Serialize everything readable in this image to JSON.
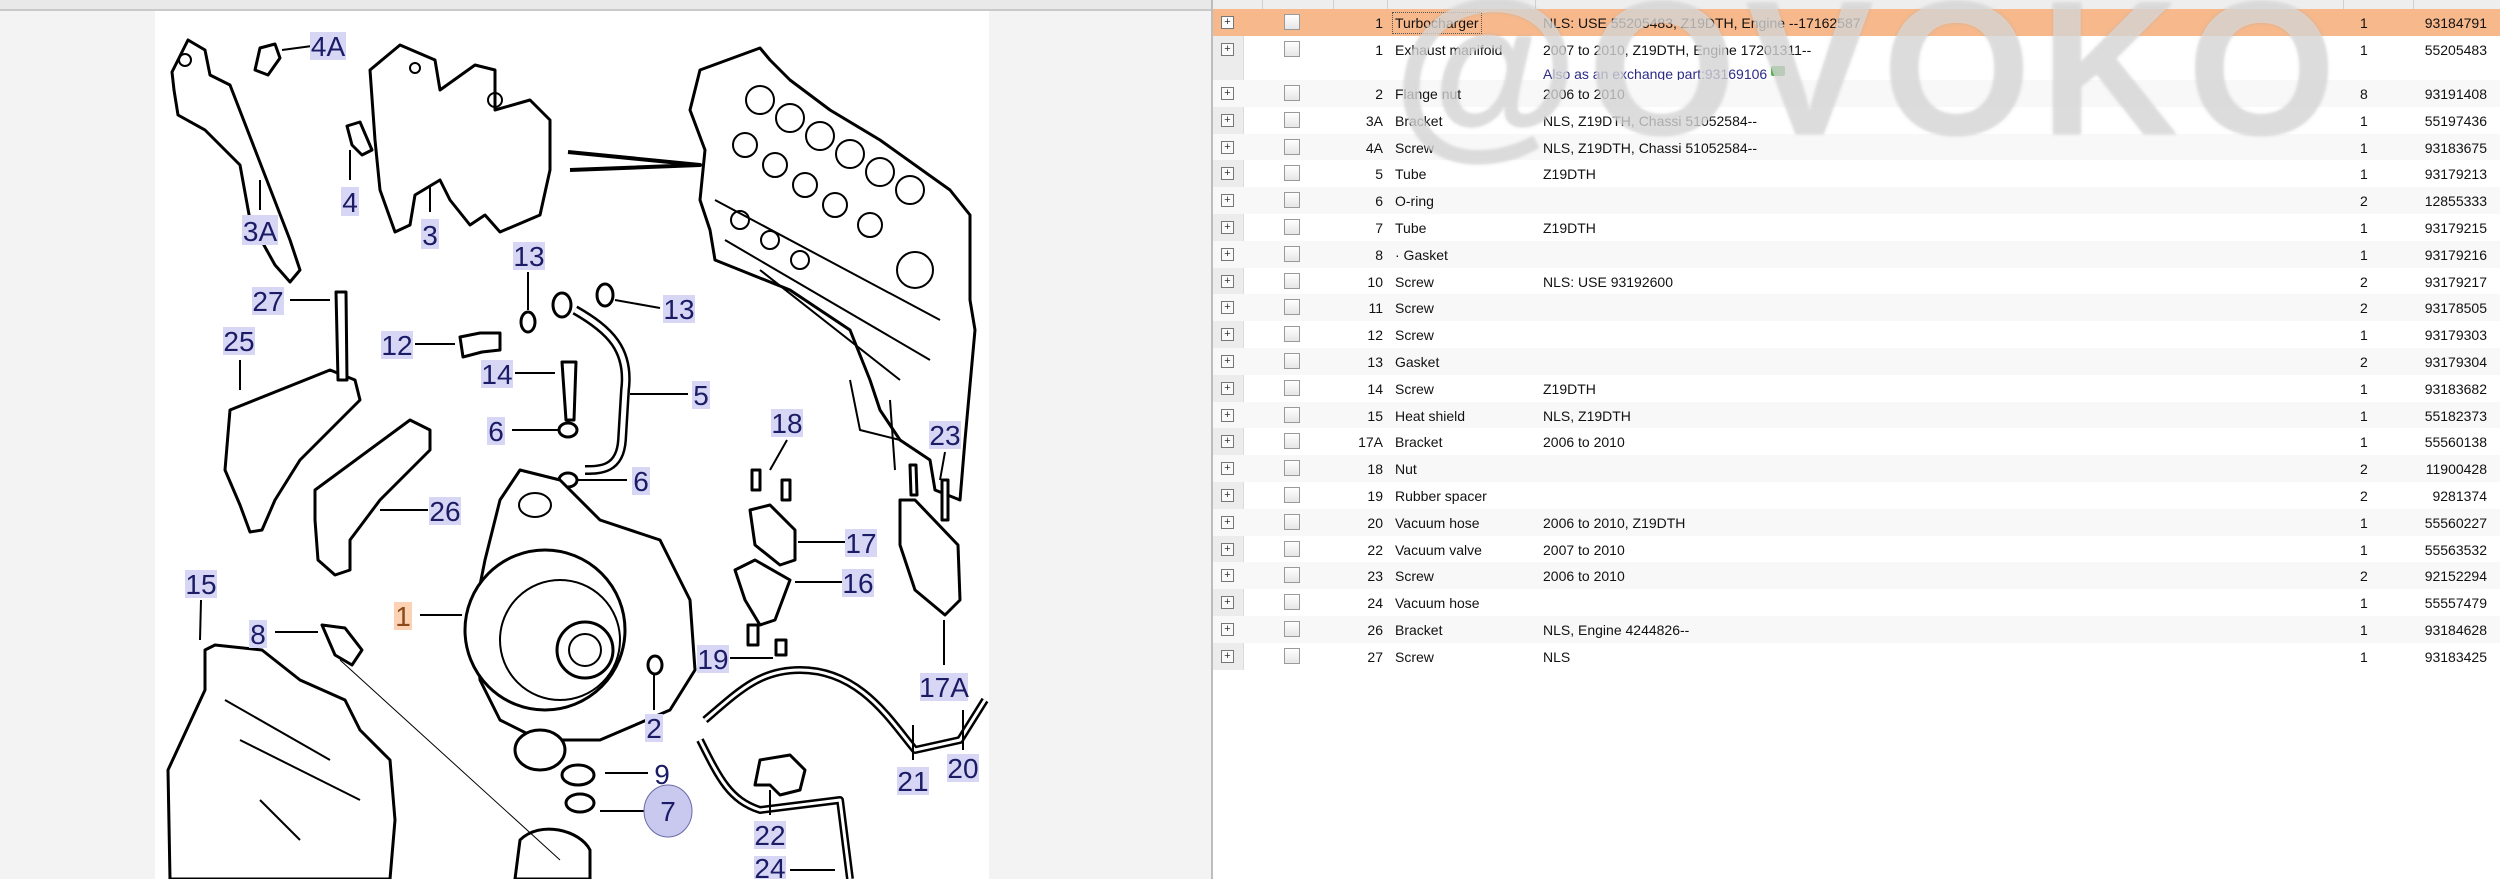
{
  "diagram": {
    "callouts": [
      "4A",
      "3A",
      "4",
      "3",
      "13",
      "13",
      "27",
      "25",
      "12",
      "14",
      "5",
      "6",
      "6",
      "18",
      "23",
      "26",
      "17",
      "16",
      "15",
      "1",
      "8",
      "19",
      "17A",
      "2",
      "9",
      "7",
      "21",
      "20",
      "22",
      "24"
    ],
    "colors": {
      "label_bg": "#d7d7f5",
      "label_text": "#1c1c66",
      "selected_bg": "#fbd2b3",
      "selected_text": "#8a4a1a"
    }
  },
  "parts": {
    "selected_color": "#f7b98c",
    "rows": [
      {
        "num": "1",
        "name": "Turbocharger",
        "notes": "NLS: USE 55205483, Z19DTH, Engine --17162587",
        "qty": "1",
        "part": "93184791"
      },
      {
        "num": "1",
        "name": "Exhaust manifold",
        "notes": "2007 to 2010, Z19DTH, Engine 17201311--",
        "qty": "1",
        "part": "55205483",
        "extra": "Also as an exchange part:93169106"
      },
      {
        "num": "2",
        "name": "Flange nut",
        "notes": "2006 to 2010",
        "qty": "8",
        "part": "93191408"
      },
      {
        "num": "3A",
        "name": "Bracket",
        "notes": "NLS, Z19DTH, Chassi 51052584--",
        "qty": "1",
        "part": "55197436"
      },
      {
        "num": "4A",
        "name": "Screw",
        "notes": "NLS, Z19DTH, Chassi 51052584--",
        "qty": "1",
        "part": "93183675"
      },
      {
        "num": "5",
        "name": "Tube",
        "notes": "Z19DTH",
        "qty": "1",
        "part": "93179213"
      },
      {
        "num": "6",
        "name": "O-ring",
        "notes": "",
        "qty": "2",
        "part": "12855333"
      },
      {
        "num": "7",
        "name": "Tube",
        "notes": "Z19DTH",
        "qty": "1",
        "part": "93179215"
      },
      {
        "num": "8",
        "name": "· Gasket",
        "notes": "",
        "qty": "1",
        "part": "93179216"
      },
      {
        "num": "10",
        "name": "Screw",
        "notes": "NLS: USE 93192600",
        "qty": "2",
        "part": "93179217"
      },
      {
        "num": "11",
        "name": "Screw",
        "notes": "",
        "qty": "2",
        "part": "93178505"
      },
      {
        "num": "12",
        "name": "Screw",
        "notes": "",
        "qty": "1",
        "part": "93179303"
      },
      {
        "num": "13",
        "name": "Gasket",
        "notes": "",
        "qty": "2",
        "part": "93179304"
      },
      {
        "num": "14",
        "name": "Screw",
        "notes": "Z19DTH",
        "qty": "1",
        "part": "93183682"
      },
      {
        "num": "15",
        "name": "Heat shield",
        "notes": "NLS, Z19DTH",
        "qty": "1",
        "part": "55182373"
      },
      {
        "num": "17A",
        "name": "Bracket",
        "notes": "2006 to 2010",
        "qty": "1",
        "part": "55560138"
      },
      {
        "num": "18",
        "name": "Nut",
        "notes": "",
        "qty": "2",
        "part": "11900428"
      },
      {
        "num": "19",
        "name": "Rubber spacer",
        "notes": "",
        "qty": "2",
        "part": "9281374"
      },
      {
        "num": "20",
        "name": "Vacuum hose",
        "notes": "2006 to 2010, Z19DTH",
        "qty": "1",
        "part": "55560227"
      },
      {
        "num": "22",
        "name": "Vacuum valve",
        "notes": "2007 to 2010",
        "qty": "1",
        "part": "55563532"
      },
      {
        "num": "23",
        "name": "Screw",
        "notes": "2006 to 2010",
        "qty": "2",
        "part": "92152294"
      },
      {
        "num": "24",
        "name": "Vacuum hose",
        "notes": "",
        "qty": "1",
        "part": "55557479"
      },
      {
        "num": "26",
        "name": "Bracket",
        "notes": "NLS, Engine 4244826--",
        "qty": "1",
        "part": "93184628"
      },
      {
        "num": "27",
        "name": "Screw",
        "notes": "NLS",
        "qty": "1",
        "part": "93183425"
      }
    ]
  },
  "watermark": "@OVOKO"
}
